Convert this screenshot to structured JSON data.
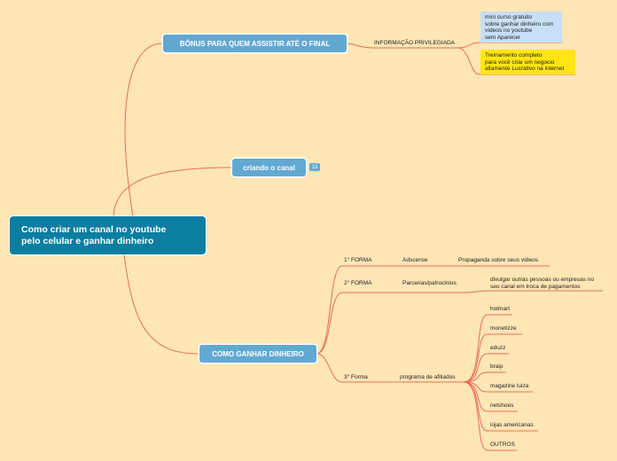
{
  "root": {
    "title_line1": "Como criar um canal no youtube",
    "title_line2": "pelo celular e ganhar dinheiro"
  },
  "bonus": {
    "title": "BÔNUS PARA QUEM ASSISTIR ATÉ O FINAL",
    "sub": "INFORMAÇÃO PRIVILEGIADA",
    "card1": [
      "mini curso gratuito",
      "sobre ganhar dinheiro com",
      "vídeos no youtube",
      "sem Aparecer"
    ],
    "card2": [
      "Treinamento completo",
      "para você criar um negocio",
      "altamente Lucrativo na internet"
    ]
  },
  "criando": {
    "title": "criando o canal",
    "badge": "13"
  },
  "ganhar": {
    "title": "COMO GANHAR DINHEIRO",
    "forma1": {
      "label": "1° FORMA",
      "name": "Adscense",
      "detail": "Propaganda sobre seus vídeos"
    },
    "forma2": {
      "label": "2° FORMA",
      "name": "Parcerias/patrocinios",
      "detail": [
        "divulgar outras pessoas ou empresas no",
        "seu canal em troca de pagamentos"
      ]
    },
    "forma3": {
      "label": "3° Forma",
      "name": "programa de afiliados",
      "items": [
        "hotmart",
        "monetizze",
        "eduzz",
        "braip",
        "magazine luiza",
        "netshoes",
        "lojas americanas",
        "OUTROS"
      ]
    }
  },
  "colors": {
    "background": "#ffe6b5",
    "root": "#0b7ea1",
    "main_topic": "#62a9d2",
    "line": "#e86e55",
    "card_blue": "#c7e0f5",
    "card_yellow": "#ffe612"
  }
}
